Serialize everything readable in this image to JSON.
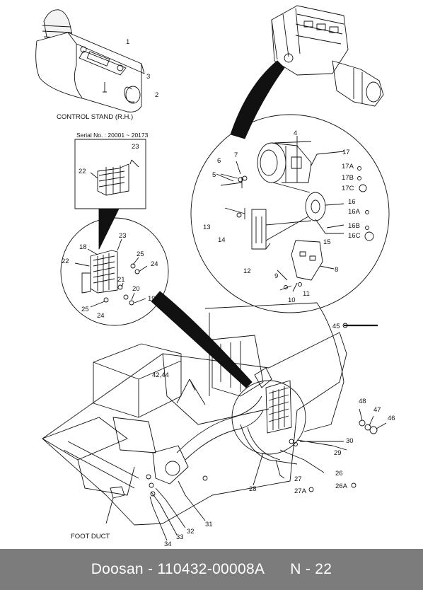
{
  "captions": {
    "control_stand": "CONTROL STAND (R.H.)",
    "serial_no": "Serial No. : 20001 ~ 20173",
    "foot_duct": "FOOT DUCT"
  },
  "labels": {
    "c1": "1",
    "c2": "2",
    "c3": "3",
    "e4": "4",
    "e5": "5",
    "e6": "6",
    "e7": "7",
    "e8": "8",
    "e9": "9",
    "e10": "10",
    "e11": "11",
    "e12": "12",
    "e13": "13",
    "e14": "14",
    "e15": "15",
    "e16": "16",
    "e16a": "16A",
    "e16b": "16B",
    "e16c": "16C",
    "e17": "17",
    "e17a": "17A",
    "e17b": "17B",
    "e17c": "17C",
    "s22": "22",
    "s23": "23",
    "d18": "18",
    "d19": "19",
    "d20": "20",
    "d21": "21",
    "d22": "22",
    "d23": "23",
    "d24a": "24",
    "d24b": "24",
    "d25a": "25",
    "d25b": "25",
    "m26": "26",
    "m26a": "26A",
    "m27": "27",
    "m27a": "27A",
    "m28": "28",
    "m29": "29",
    "m30": "30",
    "m31": "31",
    "m32": "32",
    "m33": "33",
    "m34": "34",
    "m42": "42,44",
    "m45": "45",
    "m46": "46",
    "m47": "47",
    "m48": "48"
  },
  "footer": {
    "part_number": "Doosan - 110432-00008A",
    "page": "N - 22"
  }
}
